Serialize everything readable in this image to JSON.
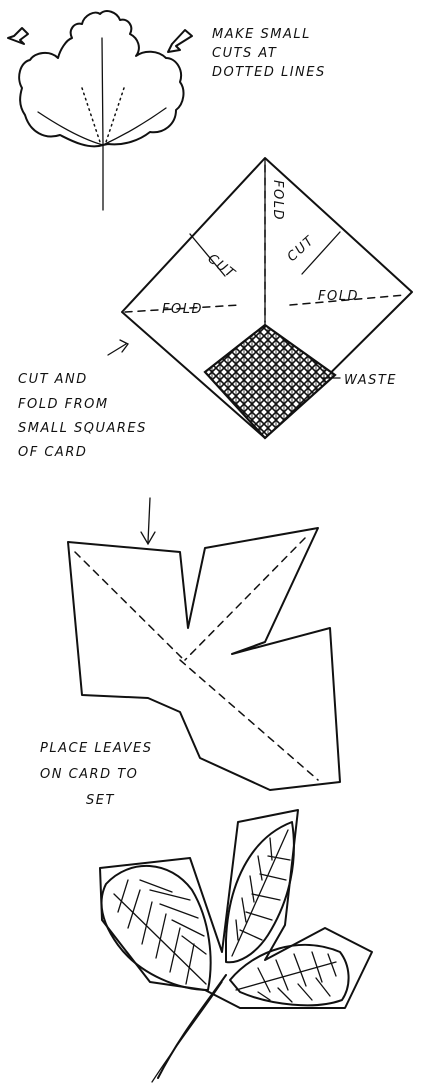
{
  "step1": {
    "note_lines": [
      "MAKE SMALL",
      "CUTS AT",
      "DOTTED LINES"
    ],
    "icon": "leaf-outline-icon"
  },
  "step2": {
    "fold_label_top": "FOLD",
    "cut_label_left": "CUT",
    "cut_label_right": "CUT",
    "fold_label_left": "FOLD",
    "fold_label_right": "FOLD",
    "waste_label": "WASTE",
    "instruction_lines": [
      "CUT AND",
      "FOLD FROM",
      "SMALL SQUARES",
      "OF CARD"
    ]
  },
  "step3": {
    "instruction_lines": [
      "PLACE LEAVES",
      "ON CARD TO",
      "SET"
    ]
  },
  "step4": {
    "icon": "leaf-on-card-icon"
  }
}
